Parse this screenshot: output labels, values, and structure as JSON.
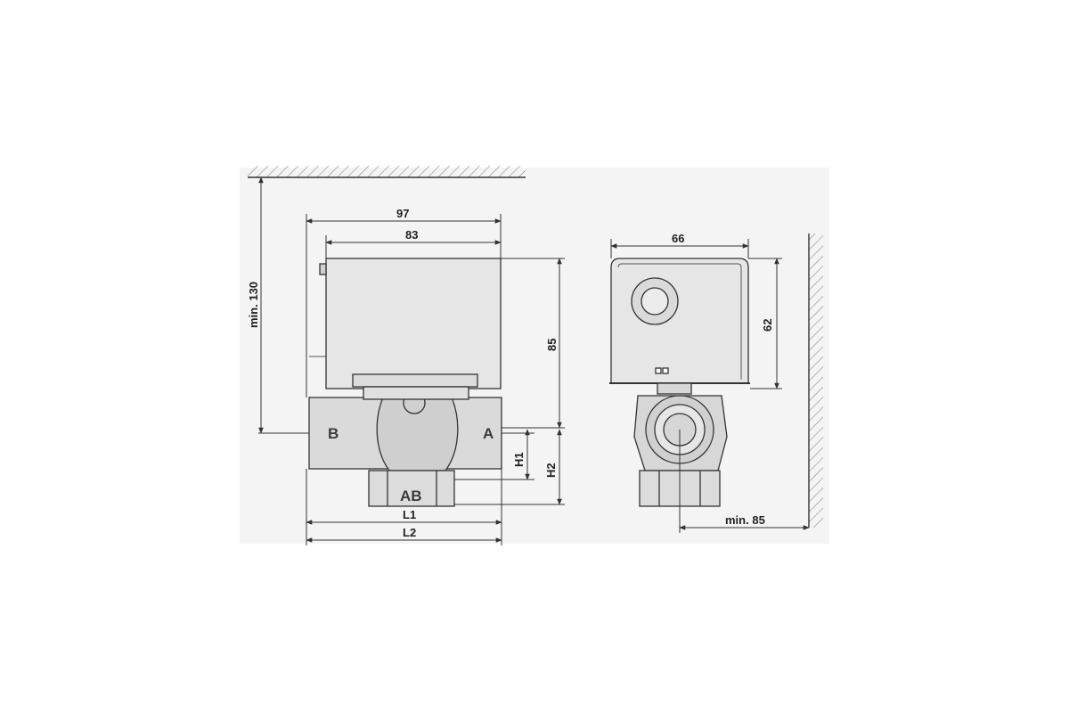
{
  "drawing": {
    "colors": {
      "panel": "#f4f4f4",
      "body_fill": "#e3e3e3",
      "valve_fill": "#d7d7d7",
      "line": "#333333",
      "hatch": "#888888"
    },
    "dimensions": {
      "width_97": "97",
      "width_83": "83",
      "height_85": "85",
      "min_130": "min. 130",
      "h1": "H1",
      "h2": "H2",
      "l1": "L1",
      "l2": "L2",
      "width_66": "66",
      "height_62": "62",
      "min_85": "min. 85"
    },
    "ports": {
      "a": "A",
      "b": "B",
      "ab": "AB"
    }
  }
}
